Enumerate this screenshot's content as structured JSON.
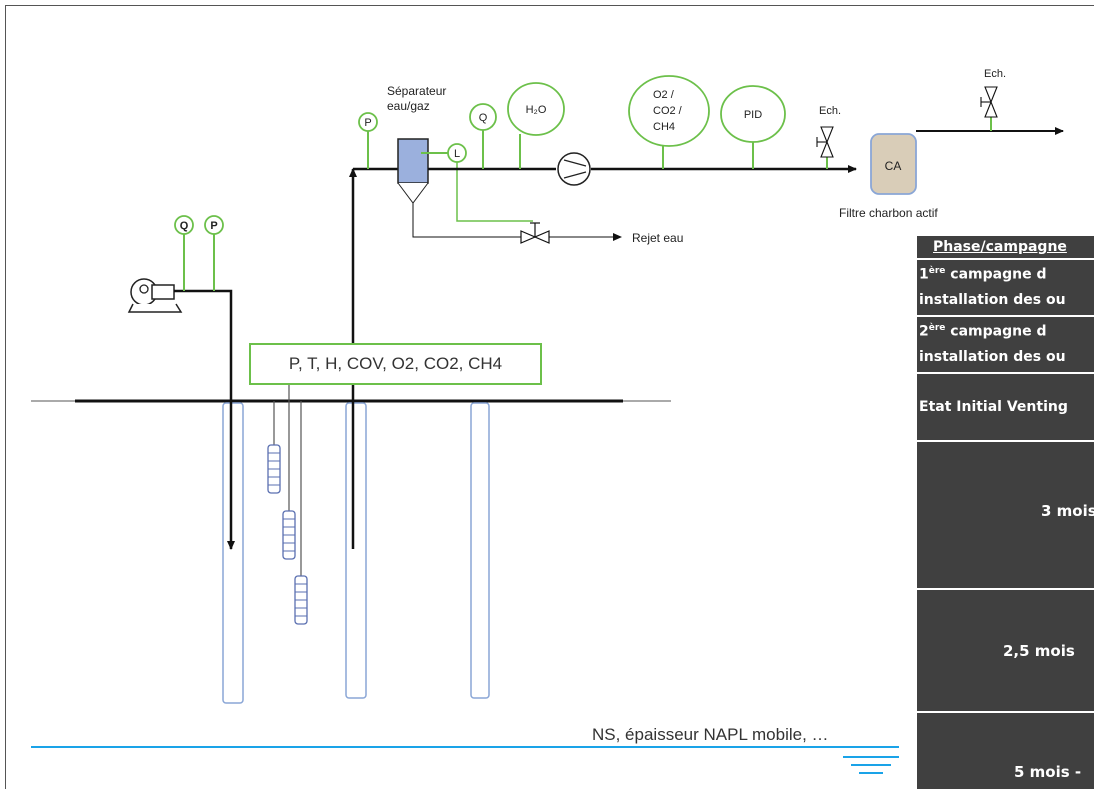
{
  "diagram": {
    "separator_label_line1": "Séparateur",
    "separator_label_line2": "eau/gaz",
    "gauge_p_separator": "P",
    "gauge_l": "L",
    "gauge_q_line": "Q",
    "gauge_h2o": "H₂O",
    "gauge_gas_line1": "O2  /",
    "gauge_gas_line2": "CO2 /",
    "gauge_gas_line3": "CH4",
    "gauge_pid": "PID",
    "sample_label_1": "Ech.",
    "sample_label_2": "Ech.",
    "ca_label": "CA",
    "filter_label": "Filtre charbon actif",
    "water_reject_label": "Rejet eau",
    "gauge_q_blower": "Q",
    "gauge_p_blower": "P",
    "sensor_box": "P, T, H, COV, O2, CO2, CH4",
    "ns_label": "NS, épaisseur NAPL mobile, …"
  },
  "table": {
    "header": "Phase/campagne",
    "row1_sup": "ère",
    "row1_pre": "1",
    "row1_line1": " campagne d",
    "row1_line2": "installation des ou",
    "row2_sup": "ère",
    "row2_pre": "2",
    "row2_line1": " campagne d",
    "row2_line2": "installation des ou",
    "row3": "Etat Initial Venting",
    "row4": "3 mois",
    "row5": "2,5 mois",
    "row6": "5 mois -"
  },
  "colors": {
    "gauge_green": "#6cc04a",
    "water_blue": "#1aa3e8",
    "well_blue": "#8aa6d6",
    "separator_blue": "#9bb0dd",
    "ca_fill": "#d9cdb8",
    "table_bg": "#404040"
  }
}
